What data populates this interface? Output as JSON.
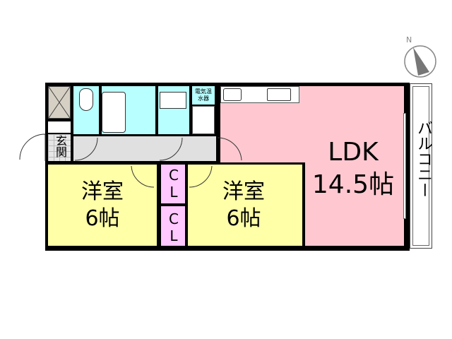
{
  "rooms": {
    "ldk": {
      "name": "LDK",
      "size": "14.5帖"
    },
    "bedroom_1": {
      "name": "洋室",
      "size": "6帖"
    },
    "bedroom_2": {
      "name": "洋室",
      "size": "6帖"
    },
    "closet_1": "CL",
    "closet_2": "CL",
    "entrance": "玄関",
    "water_heater": "電気温水器",
    "balcony": "バルコニー"
  },
  "compass": {
    "label": "N"
  },
  "colors": {
    "ldk": "#ffc8d0",
    "bedroom": "#ffffa8",
    "closet": "#ffc8ff",
    "wet": "#b8ffff",
    "corridor": "#e0e0e0"
  }
}
